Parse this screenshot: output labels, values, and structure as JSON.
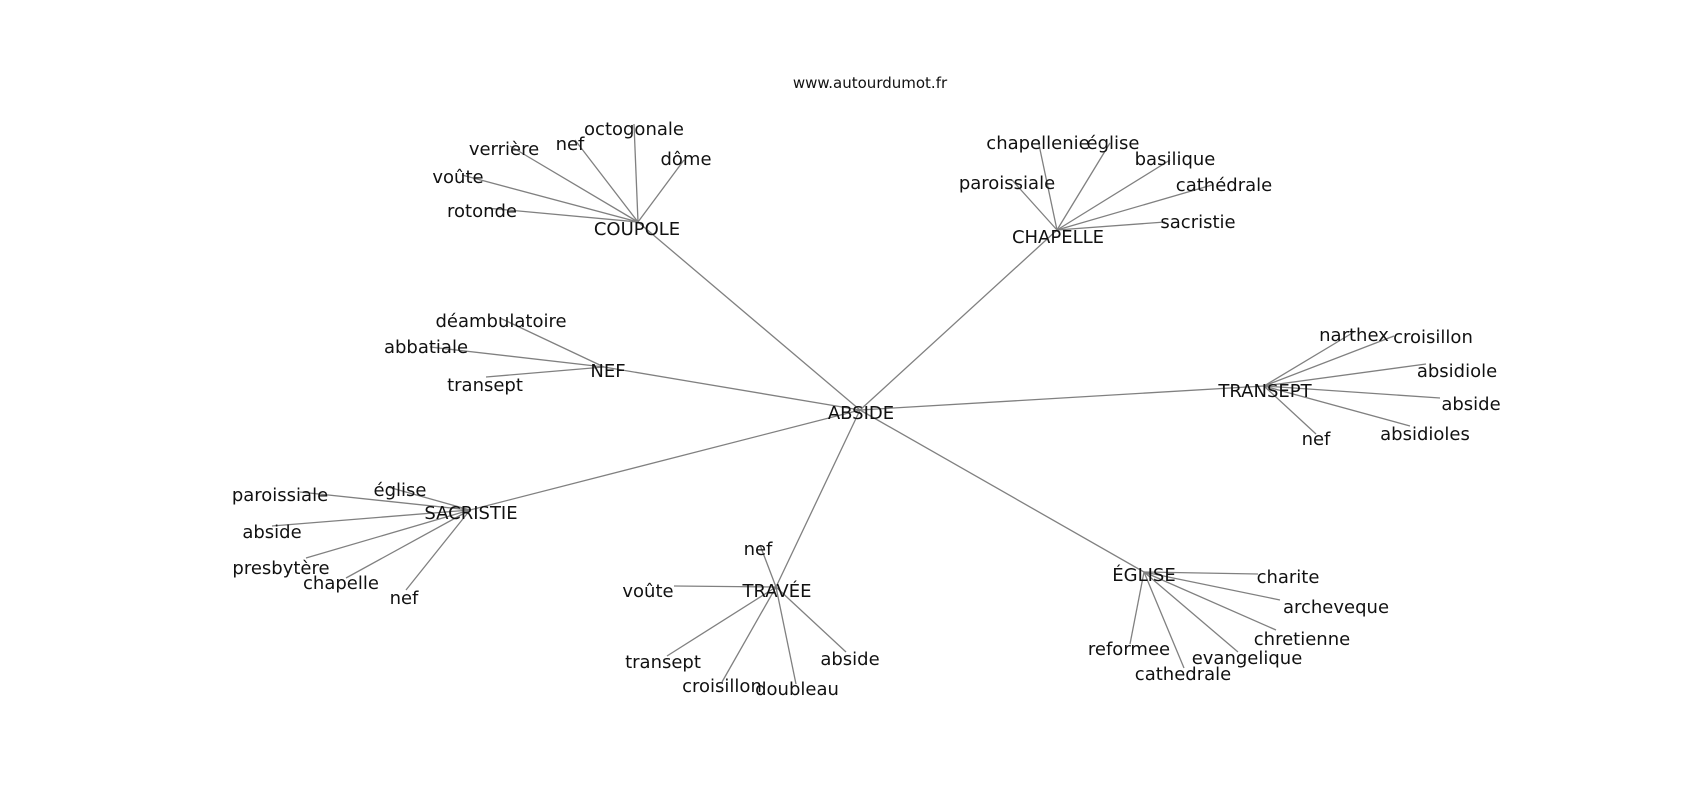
{
  "header": {
    "site": "www.autourdumot.fr"
  },
  "graph": {
    "center": {
      "id": "c",
      "label": "ABSIDE"
    },
    "hubs": [
      {
        "id": "coupole",
        "label": "COUPOLE",
        "leaves": [
          "octogonale",
          "nef",
          "verrière",
          "dôme",
          "voûte",
          "rotonde"
        ]
      },
      {
        "id": "chapelle",
        "label": "CHAPELLE",
        "leaves": [
          "chapellenie",
          "église",
          "basilique",
          "paroissiale",
          "cathédrale",
          "sacristie"
        ]
      },
      {
        "id": "nef",
        "label": "NEF",
        "leaves": [
          "déambulatoire",
          "abbatiale",
          "transept"
        ]
      },
      {
        "id": "transept",
        "label": "TRANSEPT",
        "leaves": [
          "narthex",
          "croisillon",
          "absidiole",
          "abside",
          "absidioles",
          "nef"
        ]
      },
      {
        "id": "sacristie",
        "label": "SACRISTIE",
        "leaves": [
          "paroissiale",
          "église",
          "abside",
          "presbytère",
          "chapelle",
          "nef"
        ]
      },
      {
        "id": "travee",
        "label": "TRAVÉE",
        "leaves": [
          "nef",
          "voûte",
          "transept",
          "croisillon",
          "doubleau",
          "abside"
        ]
      },
      {
        "id": "eglise",
        "label": "ÉGLISE",
        "leaves": [
          "charite",
          "archeveque",
          "chretienne",
          "evangelique",
          "reformee",
          "cathedrale"
        ]
      }
    ]
  }
}
